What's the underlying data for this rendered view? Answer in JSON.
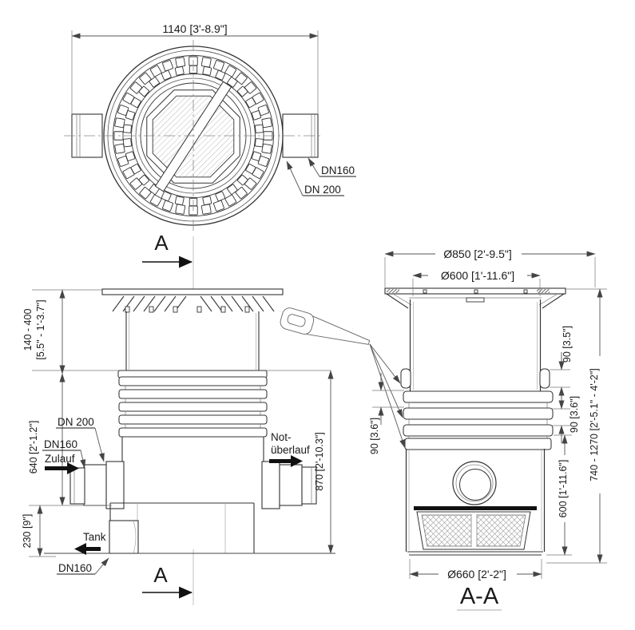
{
  "top_view": {
    "dim_width": "1140 [3'-8.9\"]",
    "label_dn160": "DN160",
    "label_dn200": "DN 200"
  },
  "section_markers": {
    "letter_top": "A",
    "letter_bottom": "A"
  },
  "side_view": {
    "dim_adjust_line1": "140 - 400",
    "dim_adjust_line2": "[5.5\" - 1'-3.7\"]",
    "dim_640": "640 [2'-1.2\"]",
    "dim_230": "230 [9\"]",
    "dim_870": "870 [2'-10.3\"]",
    "label_dn200": "DN 200",
    "label_dn160_inlet": "DN160",
    "label_inlet": "Zulauf",
    "label_overflow_line1": "Not-",
    "label_overflow_line2": "überlauf",
    "label_tank": "Tank",
    "label_dn160_outlet": "DN160"
  },
  "section_view": {
    "title": "A-A",
    "dim_850": "Ø850 [2'-9.5\"]",
    "dim_600_top": "Ø600 [1'-11.6\"]",
    "dim_90_35": "90 [3.5\"]",
    "dim_90_36_right": "90 [3.6\"]",
    "dim_90_36_left": "90 [3.6\"]",
    "dim_600_right": "600 [1'-11.6\"]",
    "dim_740_1270": "740 - 1270 [2'-5.1\" - 4'-2\"]",
    "dim_660": "Ø660 [2'-2\"]"
  },
  "colors": {
    "line": "#333333",
    "dimension": "#555555",
    "text": "#1a1a1a",
    "background": "#ffffff"
  }
}
